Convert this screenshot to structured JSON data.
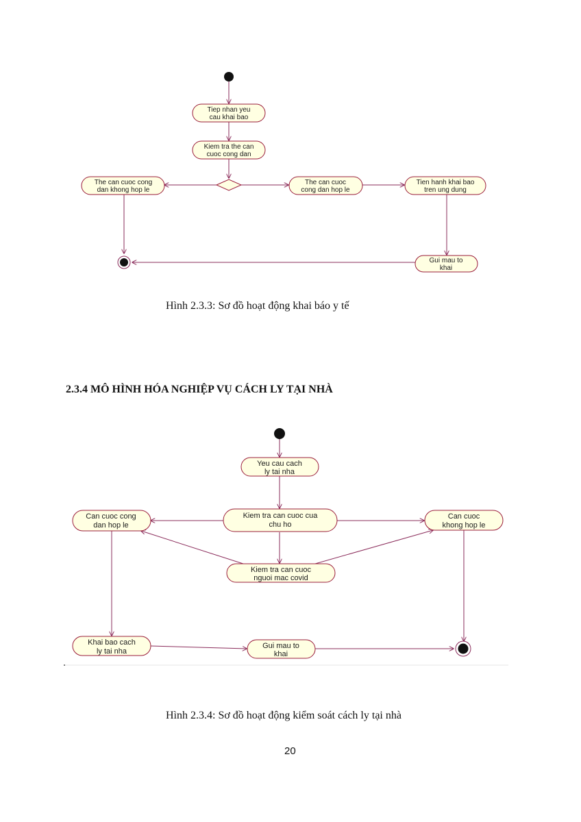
{
  "colors": {
    "node_fill": "#ffffe2",
    "node_stroke": "#9a1c3a",
    "edge": "#8a2b5a",
    "bullet": "#111111"
  },
  "figure1": {
    "nodes": {
      "tiep_nhan": [
        "Tiep nhan yeu",
        "cau khai bao"
      ],
      "kiem_tra": [
        "Kiem tra the can",
        "cuoc cong dan"
      ],
      "khong_hop_le": [
        "The can cuoc cong",
        "dan khong hop le"
      ],
      "hop_le": [
        "The can cuoc",
        "cong dan hop le"
      ],
      "tien_hanh": [
        "Tien hanh khai bao",
        "tren ung dung"
      ],
      "gui_mau": [
        "Gui mau to",
        "khai"
      ]
    },
    "caption": "Hình 2.3.3: Sơ đồ hoạt động khai báo y tế"
  },
  "section_heading": "2.3.4 MÔ HÌNH HÓA NGHIỆP VỤ CÁCH LY TẠI NHÀ",
  "figure2": {
    "nodes": {
      "yeu_cau": [
        "Yeu cau cach",
        "ly tai nha"
      ],
      "kiem_tra_chu_ho": [
        "Kiem tra can cuoc cua",
        "chu ho"
      ],
      "hop_le": [
        "Can cuoc cong",
        "dan hop le"
      ],
      "khong_hop_le": [
        "Can cuoc",
        "khong hop le"
      ],
      "kiem_tra_nguoi": [
        "Kiem tra can cuoc",
        "nguoi mac covid"
      ],
      "khai_bao": [
        "Khai bao cach",
        "ly tai nha"
      ],
      "gui_mau": [
        "Gui mau to",
        "khai"
      ]
    },
    "caption": "Hình 2.3.4: Sơ đồ hoạt động kiểm soát cách ly tại nhà"
  },
  "page_number": "20"
}
